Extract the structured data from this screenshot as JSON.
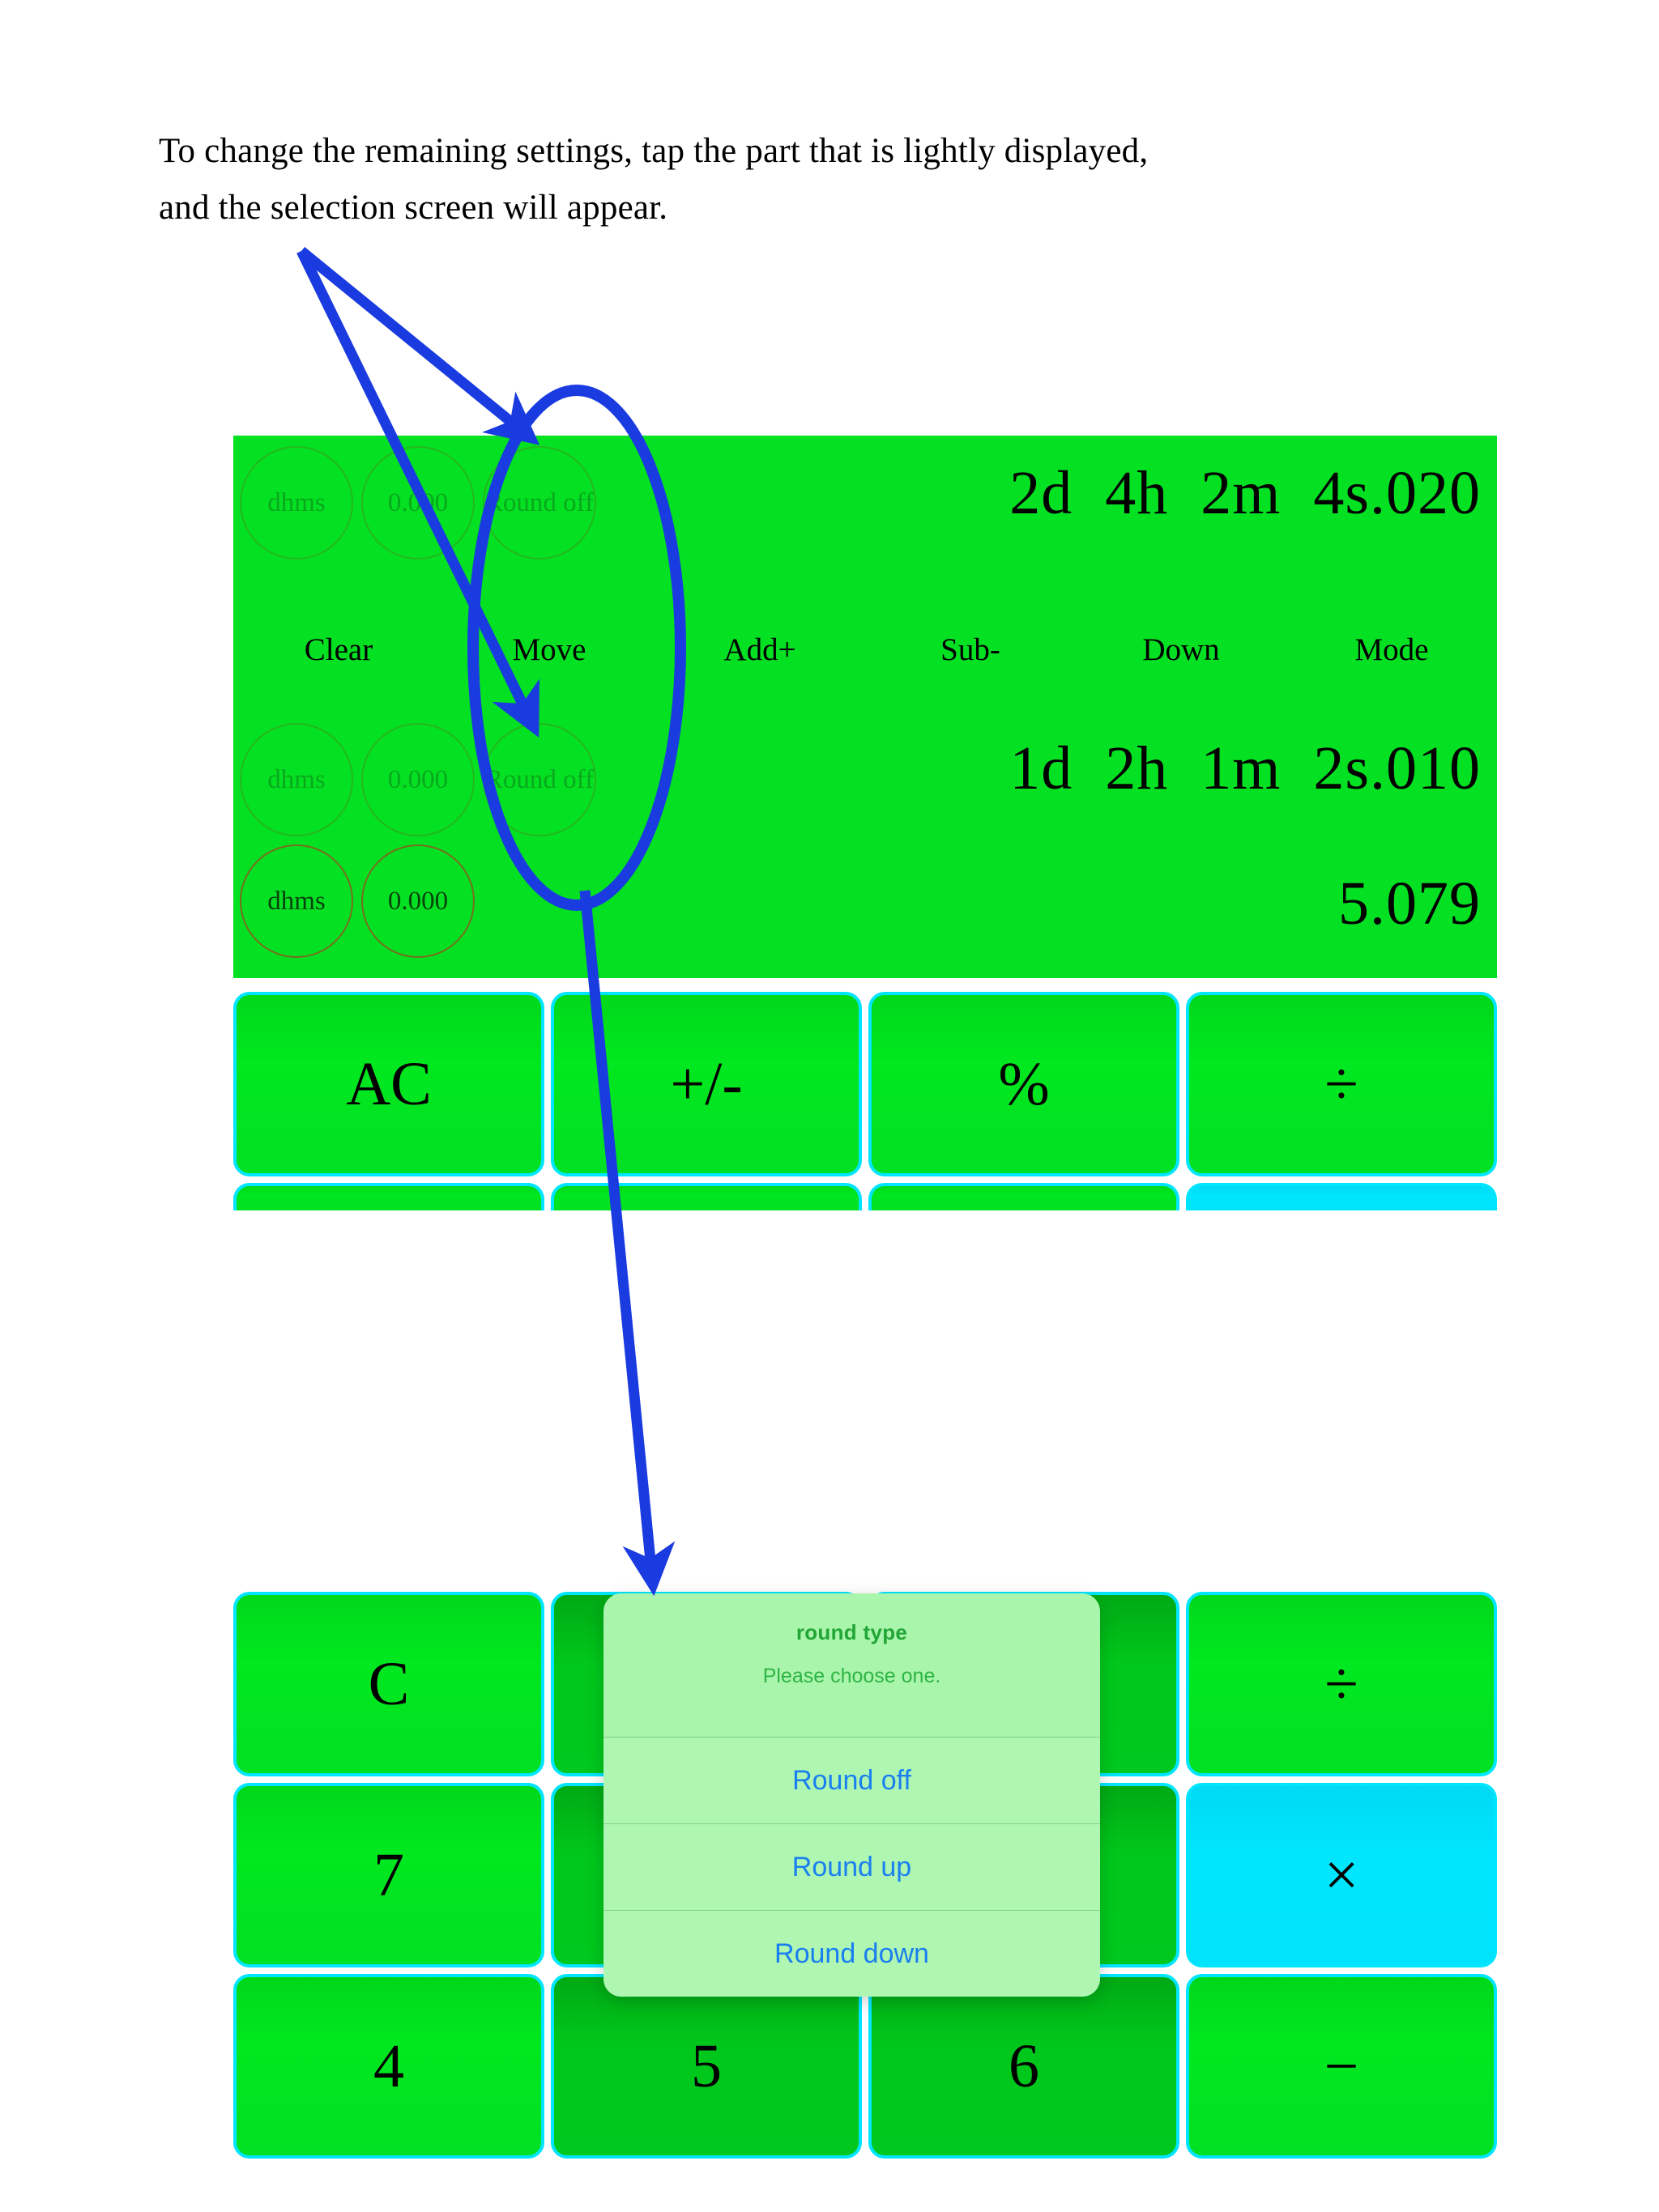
{
  "caption": {
    "line1": "To change the remaining settings, tap the part that is lightly displayed,",
    "line2": "and the selection screen will appear."
  },
  "calculator": {
    "display": {
      "rows": [
        {
          "badges": [
            {
              "label": "dhms",
              "emphasis": "faded"
            },
            {
              "label": "0.000",
              "emphasis": "faded"
            },
            {
              "label": "Round off",
              "emphasis": "faded"
            }
          ],
          "value": "2d  4h  2m  4s.020"
        },
        {
          "badges": [
            {
              "label": "dhms",
              "emphasis": "faded"
            },
            {
              "label": "0.000",
              "emphasis": "faded"
            },
            {
              "label": "Round off",
              "emphasis": "faded"
            }
          ],
          "value": "1d  2h  1m  2s.010"
        },
        {
          "badges": [
            {
              "label": "dhms",
              "emphasis": "strong"
            },
            {
              "label": "0.000",
              "emphasis": "strong"
            }
          ],
          "value": "5.079"
        }
      ],
      "menu": [
        {
          "label": "Clear"
        },
        {
          "label": "Move"
        },
        {
          "label": "Add+"
        },
        {
          "label": "Sub-"
        },
        {
          "label": "Down"
        },
        {
          "label": "Mode"
        }
      ]
    },
    "keys_row_ac": [
      {
        "label": "AC",
        "style": "green"
      },
      {
        "label": "+/-",
        "style": "green"
      },
      {
        "label": "%",
        "style": "green"
      },
      {
        "label": "÷",
        "style": "green"
      }
    ],
    "keys_row_clipped": [
      {
        "label": "",
        "style": "green"
      },
      {
        "label": "",
        "style": "green"
      },
      {
        "label": "",
        "style": "green"
      },
      {
        "label": "",
        "style": "cyan"
      }
    ],
    "keys_row_c": [
      {
        "label": "C",
        "style": "green"
      },
      {
        "label": "",
        "style": "dim"
      },
      {
        "label": "",
        "style": "dim"
      },
      {
        "label": "÷",
        "style": "green"
      }
    ],
    "keys_row_7": [
      {
        "label": "7",
        "style": "green"
      },
      {
        "label": "",
        "style": "dim"
      },
      {
        "label": "",
        "style": "dim"
      },
      {
        "label": "×",
        "style": "cyan"
      }
    ],
    "keys_row_4": [
      {
        "label": "4",
        "style": "green"
      },
      {
        "label": "5",
        "style": "dim"
      },
      {
        "label": "6",
        "style": "dim"
      },
      {
        "label": "−",
        "style": "green"
      }
    ]
  },
  "dialog": {
    "title": "round type",
    "subtitle": "Please choose one.",
    "options": [
      {
        "label": "Round off"
      },
      {
        "label": "Round up"
      },
      {
        "label": "Round down"
      }
    ]
  },
  "colors": {
    "panel_green": "#04E022",
    "key_green": "#00E01F",
    "key_cyan": "#00E3FD",
    "key_border_cyan": "#00E5FF",
    "annotation_blue": "#1A3BE0",
    "dialog_bg": "#AAF5AC",
    "dialog_title_green": "#22A636",
    "dialog_option_blue": "#1A7FF0"
  }
}
